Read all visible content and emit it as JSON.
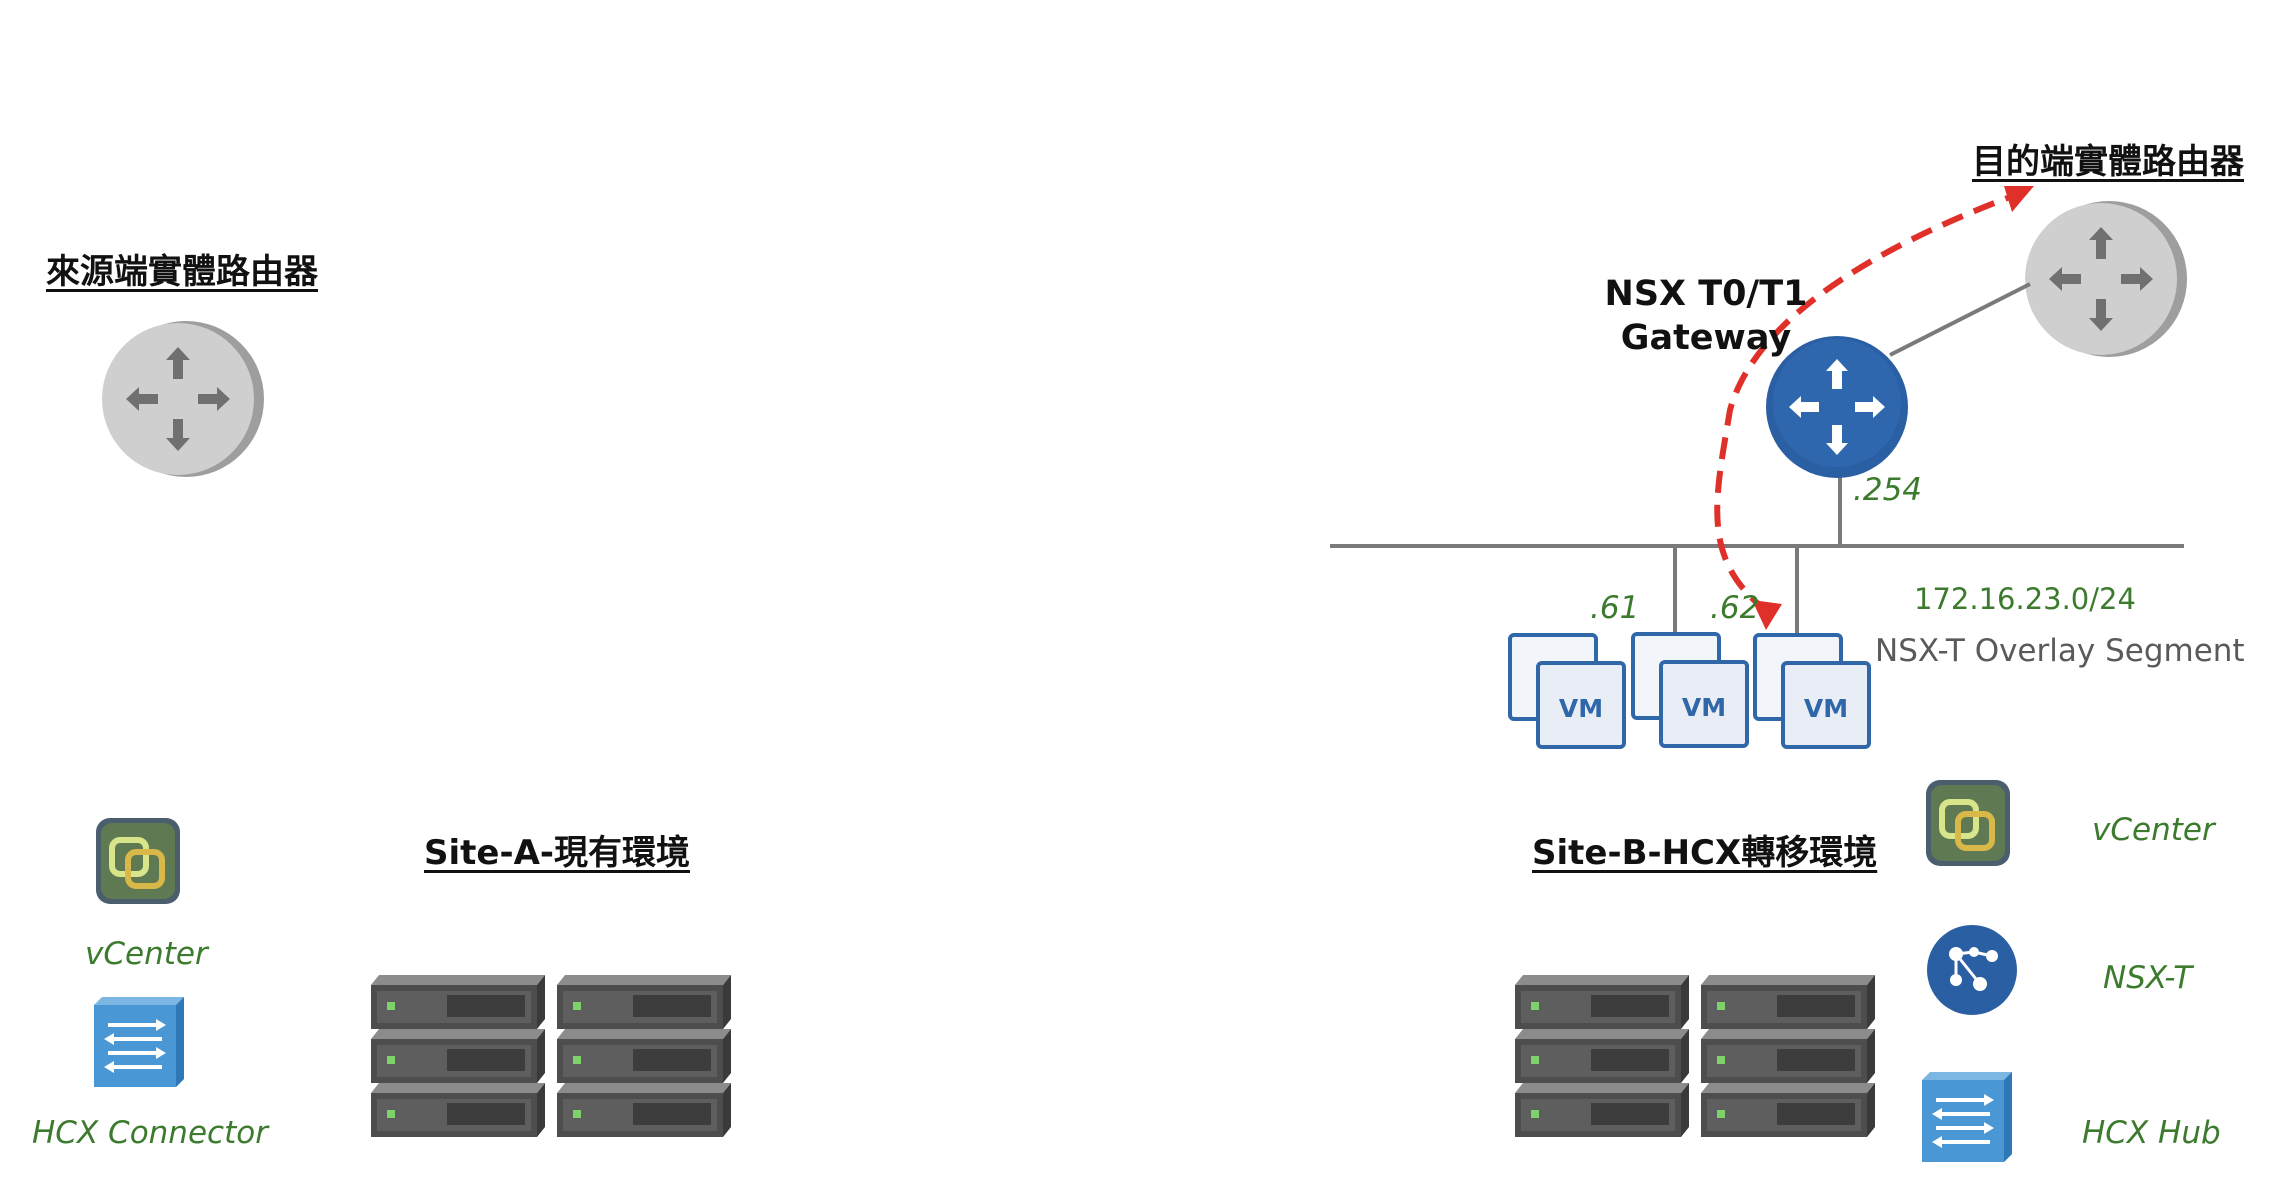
{
  "source_router": {
    "label": "來源端實體路由器",
    "icon": "router-icon"
  },
  "dest_router": {
    "label": "目的端實體路由器",
    "icon": "router-icon"
  },
  "gateway": {
    "line1": "NSX T0/T1",
    "line2": "Gateway",
    "ip": ".254",
    "icon": "router-icon"
  },
  "segment": {
    "cidr": "172.16.23.0/24",
    "name": "NSX-T Overlay Segment"
  },
  "vms": {
    "label": "VM",
    "ip_a": ".61",
    "ip_b": ".62"
  },
  "site_a": {
    "title": "Site-A-現有環境",
    "vcenter": "vCenter",
    "hcx": "HCX Connector"
  },
  "site_b": {
    "title": "Site-B-HCX轉移環境",
    "vcenter": "vCenter",
    "nsx": "NSX-T",
    "hcx": "HCX Hub"
  },
  "colors": {
    "green_text": "#3c7a2e",
    "migration_arrow": "#e0302a",
    "nsx_blue": "#2b5fa4",
    "router_gray": "#c9c9c9",
    "link_gray": "#7a7a7a"
  }
}
